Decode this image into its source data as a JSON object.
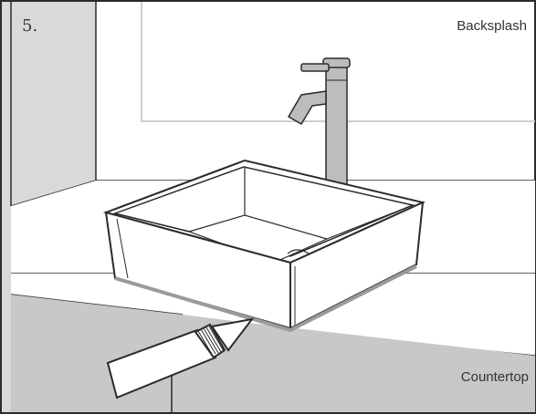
{
  "step_number": "5.",
  "labels": {
    "backsplash": "Backsplash",
    "countertop": "Countertop"
  },
  "colors": {
    "line": "#2b2b2b",
    "wall_gray": "#d9d9d9",
    "cabinet_gray": "#c8c8c8",
    "faucet_gray": "#bdbdbd",
    "backsplash_line": "#cfcfcf"
  }
}
